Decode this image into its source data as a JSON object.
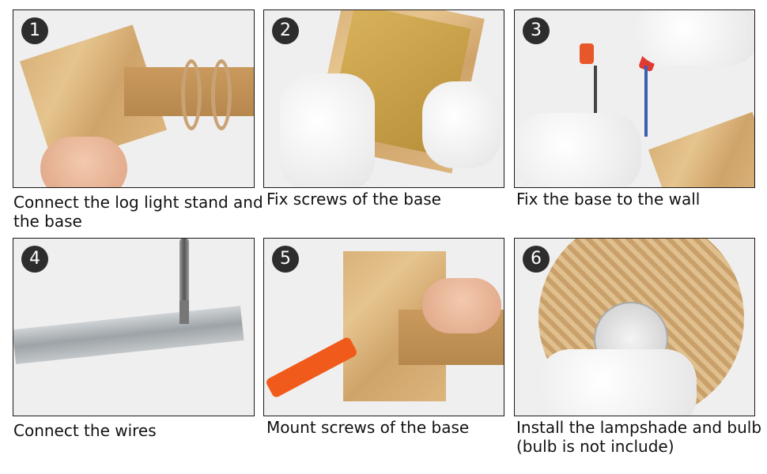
{
  "steps": [
    {
      "number": "1",
      "caption_line1": "Connect the log light stand and",
      "caption_line2": "the base"
    },
    {
      "number": "2",
      "caption_line1": "Fix screws of the base",
      "caption_line2": ""
    },
    {
      "number": "3",
      "caption_line1": "Fix the base to the wall",
      "caption_line2": ""
    },
    {
      "number": "4",
      "caption_line1": "Connect the wires",
      "caption_line2": ""
    },
    {
      "number": "5",
      "caption_line1": "Mount screws of the base",
      "caption_line2": ""
    },
    {
      "number": "6",
      "caption_line1": "Install the lampshade and bulb",
      "caption_line2": "(bulb is not include)"
    }
  ],
  "colors": {
    "badge_bg": "#2d2d2d",
    "panel_border": "#1a1a1a",
    "panel_bg": "#efefef",
    "wood": "#dcb57d",
    "rope": "#c9a274",
    "tester_orange": "#f05a1a"
  }
}
